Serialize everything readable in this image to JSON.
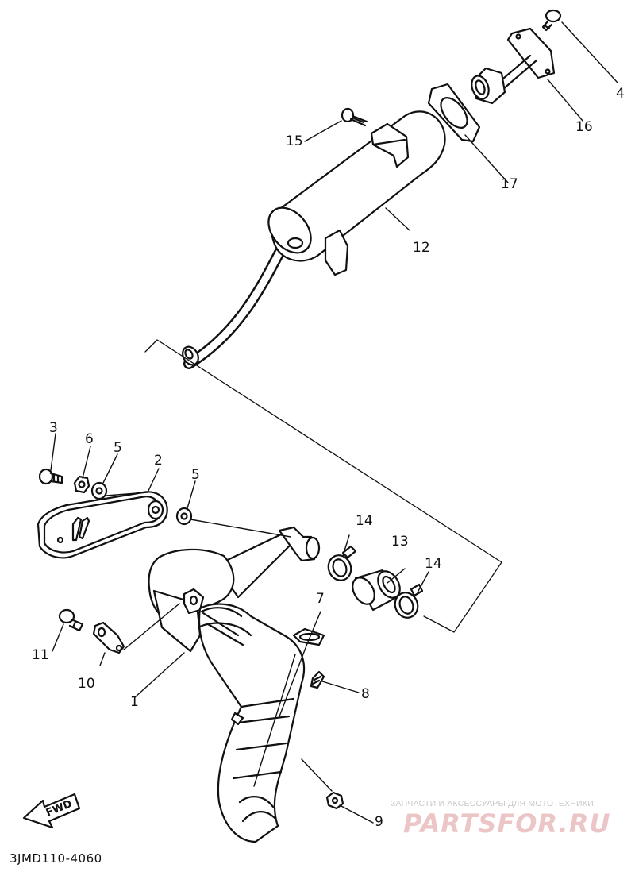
{
  "callouts": [
    {
      "id": "1",
      "text": "1"
    },
    {
      "id": "2",
      "text": "2"
    },
    {
      "id": "3",
      "text": "3"
    },
    {
      "id": "4",
      "text": "4"
    },
    {
      "id": "5a",
      "text": "5"
    },
    {
      "id": "5b",
      "text": "5"
    },
    {
      "id": "6",
      "text": "6"
    },
    {
      "id": "7",
      "text": "7"
    },
    {
      "id": "8",
      "text": "8"
    },
    {
      "id": "9",
      "text": "9"
    },
    {
      "id": "10",
      "text": "10"
    },
    {
      "id": "11",
      "text": "11"
    },
    {
      "id": "12",
      "text": "12"
    },
    {
      "id": "13",
      "text": "13"
    },
    {
      "id": "14a",
      "text": "14"
    },
    {
      "id": "14b",
      "text": "14"
    },
    {
      "id": "15",
      "text": "15"
    },
    {
      "id": "16",
      "text": "16"
    },
    {
      "id": "17",
      "text": "17"
    }
  ],
  "fwd_label": "FWD",
  "diagram_code": "3JMD110-4060",
  "watermark": {
    "line": "ЗАПЧАСТИ И АКСЕССУАРЫ ДЛЯ МОТОТЕХНИКИ",
    "brand": "PARTSFOR.RU"
  },
  "colors": {
    "ink": "#111111",
    "watermark_brand": "#ecc6c6",
    "watermark_line": "#c9c9c9"
  }
}
